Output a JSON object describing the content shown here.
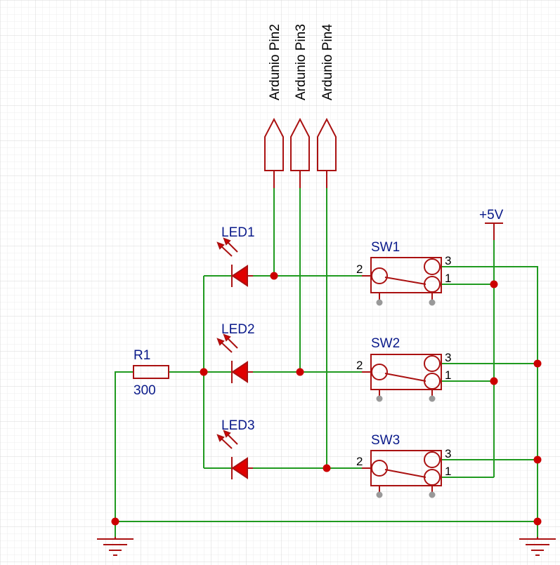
{
  "components": {
    "r1": {
      "ref": "R1",
      "value": "300"
    },
    "led1": {
      "ref": "LED1"
    },
    "led2": {
      "ref": "LED2"
    },
    "led3": {
      "ref": "LED3"
    },
    "sw1": {
      "ref": "SW1",
      "pin_common": "2",
      "pin_a": "3",
      "pin_b": "1"
    },
    "sw2": {
      "ref": "SW2",
      "pin_common": "2",
      "pin_a": "3",
      "pin_b": "1"
    },
    "sw3": {
      "ref": "SW3",
      "pin_common": "2",
      "pin_a": "3",
      "pin_b": "1"
    }
  },
  "nets": {
    "pin2": "Ardunio Pin2",
    "pin3": "Ardunio Pin3",
    "pin4": "Ardunio Pin4",
    "vcc": "+5V"
  },
  "colors": {
    "wire": "#1f9a1f",
    "symbol": "#aa1111",
    "label": "#0a1a8a",
    "grid": "#e4e4e4"
  }
}
